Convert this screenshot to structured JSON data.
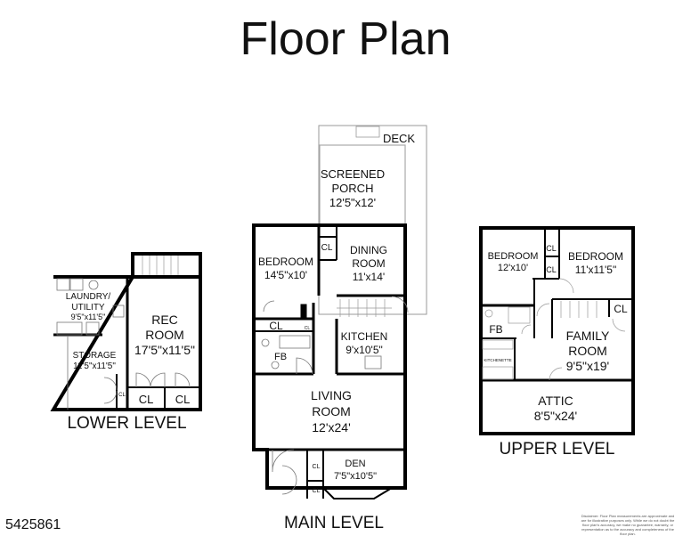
{
  "title": "Floor Plan",
  "listing_id": "5425861",
  "disclaimer": "Disclaimer: Floor Plan measurements are approximate and are for illustrative purposes only. While we do not doubt the floor plan's accuracy, we make no guarantee, warranty, or representation as to the accuracy and completeness of the floor plan.",
  "levels": {
    "lower": {
      "label": "LOWER LEVEL",
      "rooms": {
        "laundry": {
          "name1": "LAUNDRY/",
          "name2": "UTILITY",
          "dims": "9'5\"x11'5\""
        },
        "rec": {
          "name1": "REC",
          "name2": "ROOM",
          "dims": "17'5\"x11'5\""
        },
        "storage": {
          "name": "STORAGE",
          "dims": "11'5\"x11'5\""
        },
        "cl_small": "CL",
        "cl1": "CL",
        "cl2": "CL"
      }
    },
    "main": {
      "label": "MAIN LEVEL",
      "rooms": {
        "deck": "DECK",
        "porch": {
          "name1": "SCREENED",
          "name2": "PORCH",
          "dims": "12'5\"x12'"
        },
        "bedroom": {
          "name": "BEDROOM",
          "dims": "14'5\"x10'"
        },
        "dining": {
          "name1": "DINING",
          "name2": "ROOM",
          "dims": "11'x14'"
        },
        "kitchen": {
          "name": "KITCHEN",
          "dims": "9'x10'5\""
        },
        "fb": "FB",
        "living": {
          "name1": "LIVING",
          "name2": "ROOM",
          "dims": "12'x24'"
        },
        "den": {
          "name": "DEN",
          "dims": "7'5\"x10'5\""
        },
        "cl_dining": "CL",
        "cl_hall": "CL",
        "cl_hall_small": "CL",
        "cl_den1": "CL",
        "cl_den2": "CL"
      }
    },
    "upper": {
      "label": "UPPER LEVEL",
      "rooms": {
        "bedroom1": {
          "name": "BEDROOM",
          "dims": "12'x10'"
        },
        "bedroom2": {
          "name": "BEDROOM",
          "dims": "11'x11'5\""
        },
        "fb": "FB",
        "kitchenette": "KITCHENETTE",
        "family": {
          "name1": "FAMILY",
          "name2": "ROOM",
          "dims": "9'5\"x19'"
        },
        "attic": {
          "name": "ATTIC",
          "dims": "8'5\"x24'"
        },
        "cl1": "CL",
        "cl2": "CL",
        "cl3": "CL"
      }
    }
  }
}
